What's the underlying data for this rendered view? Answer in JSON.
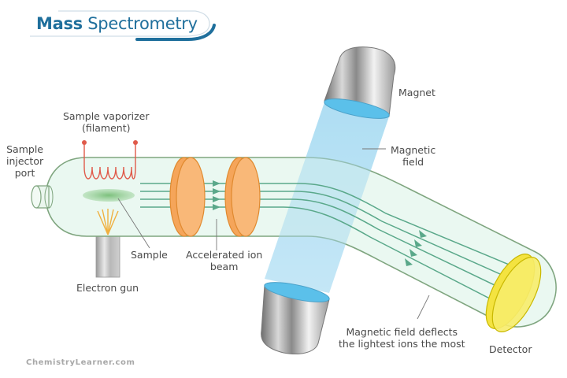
{
  "title": {
    "bold": "Mass",
    "regular": "Spectrometry"
  },
  "labels": {
    "sample_injector_port": [
      "Sample",
      "injector",
      "port"
    ],
    "sample_vaporizer": [
      "Sample vaporizer",
      "(filament)"
    ],
    "sample": "Sample",
    "electron_gun": "Electron gun",
    "accelerated_ion_beam": [
      "Accelerated ion",
      "beam"
    ],
    "magnet": "Magnet",
    "magnetic_field": [
      "Magnetic",
      "field"
    ],
    "deflection_note": [
      "Magnetic field deflects",
      "the lightest ions the most"
    ],
    "detector": "Detector"
  },
  "footer": "ChemistryLearner.com",
  "colors": {
    "title": "#1f6f9c",
    "tube_stroke": "#7fa57f",
    "tube_fill": "#e6f7ee",
    "beam": "#5aa88a",
    "filament": "#e05a4a",
    "plate_fill": "#f8b070",
    "plate_stroke": "#e08a30",
    "field": "#bfe6f6",
    "magnet_face": "#5bc0ea",
    "detector_fill": "#f6e84a",
    "detector_stroke": "#c9b800",
    "sample_cloud": "#8cc98c",
    "electron_spray": "#f0b040"
  }
}
